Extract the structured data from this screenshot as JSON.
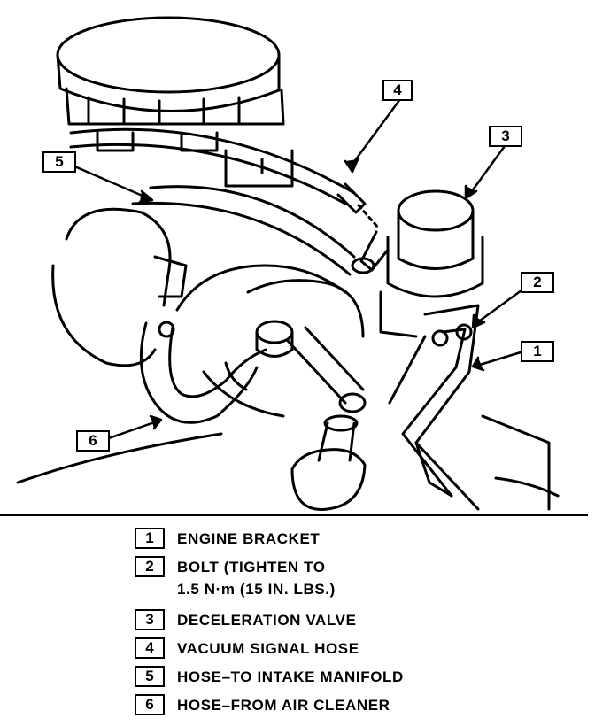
{
  "callouts": [
    "1",
    "2",
    "3",
    "4",
    "5",
    "6"
  ],
  "legend": [
    {
      "num": "1",
      "text": "ENGINE BRACKET"
    },
    {
      "num": "2",
      "text": "BOLT (TIGHTEN TO\n1.5 N·m (15 IN. LBS.)"
    },
    {
      "num": "3",
      "text": "DECELERATION VALVE"
    },
    {
      "num": "4",
      "text": "VACUUM SIGNAL HOSE"
    },
    {
      "num": "5",
      "text": "HOSE–TO INTAKE MANIFOLD"
    },
    {
      "num": "6",
      "text": "HOSE–FROM AIR CLEANER"
    }
  ]
}
